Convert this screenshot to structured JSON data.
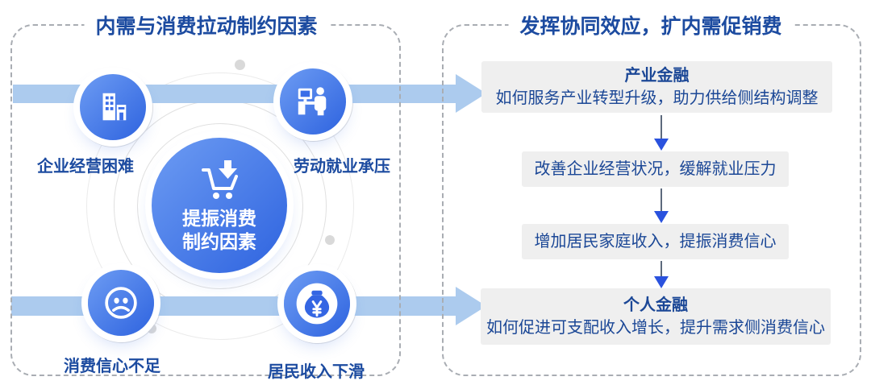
{
  "colors": {
    "accent_blue": "#2e63df",
    "text_blue": "#1c4ba0",
    "band_blue": "#accbee",
    "box_gray": "#efefef",
    "connector_head_blue": "#2a52de"
  },
  "left_panel": {
    "title": "内需与消费拉动制约因素",
    "center_bubble": {
      "line1": "提振消费",
      "line2": "制约因素"
    },
    "factors": [
      {
        "label": "企业经营困难",
        "icon": "building-icon"
      },
      {
        "label": "劳动就业承压",
        "icon": "office-worker-icon"
      },
      {
        "label": "消费信心不足",
        "icon": "sad-face-icon"
      },
      {
        "label": "居民收入下滑",
        "icon": "money-bag-icon"
      }
    ]
  },
  "right_panel": {
    "title": "发挥协同效应，扩内需促销费",
    "steps": [
      {
        "title": "产业金融",
        "desc": "如何服务产业转型升级，助力供给侧结构调整"
      },
      {
        "text": "改善企业经营状况，缓解就业压力"
      },
      {
        "text": "增加居民家庭收入，提振消费信心"
      },
      {
        "title": "个人金融",
        "desc": "如何促进可支配收入增长，提升需求侧消费信心"
      }
    ]
  }
}
